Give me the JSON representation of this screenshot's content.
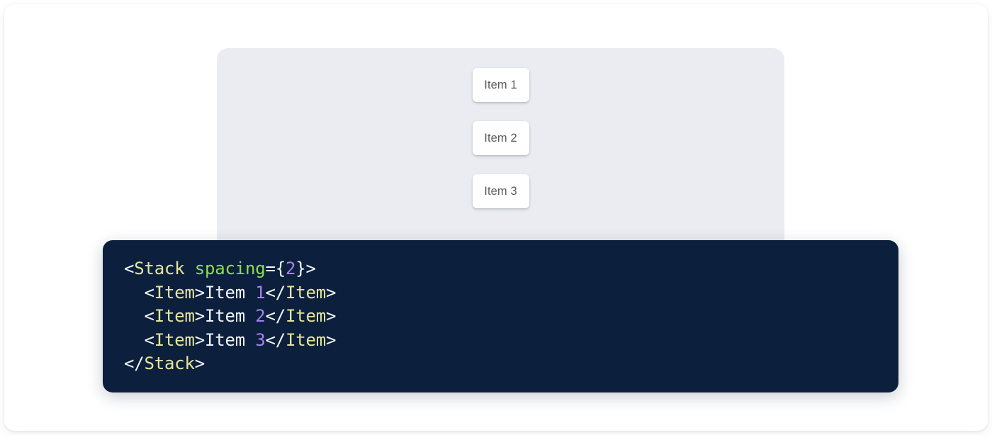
{
  "preview": {
    "panel_name": "stack-preview-panel",
    "background_color": "#eaecf1",
    "items": [
      {
        "label": "Item 1"
      },
      {
        "label": "Item 2"
      },
      {
        "label": "Item 3"
      }
    ]
  },
  "code_block": {
    "background_color": "#0c1f3d",
    "language": "jsx",
    "lines": [
      {
        "tokens": [
          {
            "text": "<",
            "type": "punct"
          },
          {
            "text": "Stack",
            "type": "tag"
          },
          {
            "text": " ",
            "type": "punct"
          },
          {
            "text": "spacing",
            "type": "attr"
          },
          {
            "text": "={",
            "type": "punct"
          },
          {
            "text": "2",
            "type": "num"
          },
          {
            "text": "}>",
            "type": "punct"
          }
        ]
      },
      {
        "tokens": [
          {
            "text": "  <",
            "type": "punct"
          },
          {
            "text": "Item",
            "type": "tag"
          },
          {
            "text": ">",
            "type": "punct"
          },
          {
            "text": "Item ",
            "type": "text"
          },
          {
            "text": "1",
            "type": "num"
          },
          {
            "text": "</",
            "type": "punct"
          },
          {
            "text": "Item",
            "type": "tag"
          },
          {
            "text": ">",
            "type": "punct"
          }
        ]
      },
      {
        "tokens": [
          {
            "text": "  <",
            "type": "punct"
          },
          {
            "text": "Item",
            "type": "tag"
          },
          {
            "text": ">",
            "type": "punct"
          },
          {
            "text": "Item ",
            "type": "text"
          },
          {
            "text": "2",
            "type": "num"
          },
          {
            "text": "</",
            "type": "punct"
          },
          {
            "text": "Item",
            "type": "tag"
          },
          {
            "text": ">",
            "type": "punct"
          }
        ]
      },
      {
        "tokens": [
          {
            "text": "  <",
            "type": "punct"
          },
          {
            "text": "Item",
            "type": "tag"
          },
          {
            "text": ">",
            "type": "punct"
          },
          {
            "text": "Item ",
            "type": "text"
          },
          {
            "text": "3",
            "type": "num"
          },
          {
            "text": "</",
            "type": "punct"
          },
          {
            "text": "Item",
            "type": "tag"
          },
          {
            "text": ">",
            "type": "punct"
          }
        ]
      },
      {
        "tokens": [
          {
            "text": "</",
            "type": "punct"
          },
          {
            "text": "Stack",
            "type": "tag"
          },
          {
            "text": ">",
            "type": "punct"
          }
        ]
      }
    ],
    "plain_text": "<Stack spacing={2}>\n  <Item>Item 1</Item>\n  <Item>Item 2</Item>\n  <Item>Item 3</Item>\n</Stack>"
  },
  "colors": {
    "page_background": "#ffffff",
    "panel_background": "#eaecf1",
    "item_background": "#ffffff",
    "item_text": "#5b5b5b",
    "code_background": "#0c1f3d",
    "token_tag": "#e6e69a",
    "token_attr": "#8ede4b",
    "token_number": "#a583f0",
    "token_punct": "#f5f7fa",
    "token_text": "#f2f4f8"
  }
}
